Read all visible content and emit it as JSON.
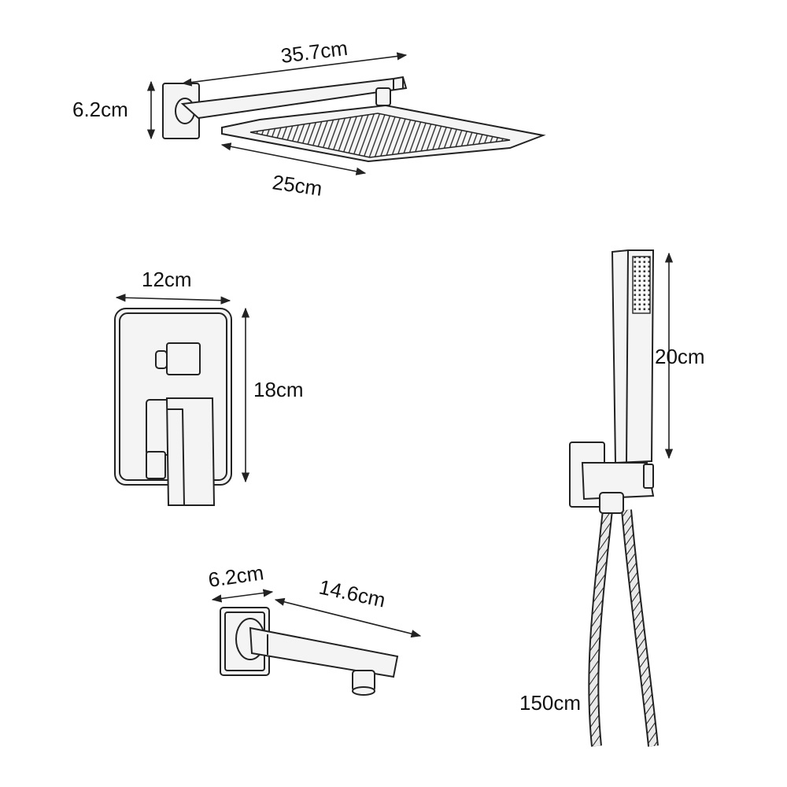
{
  "colors": {
    "line": "#222222",
    "background": "#ffffff",
    "metal": "#f4f4f4"
  },
  "shower_head": {
    "length_label": "35.7cm",
    "height_label": "6.2cm",
    "head_width_label": "25cm"
  },
  "mixer_valve": {
    "width_label": "12cm",
    "height_label": "18cm"
  },
  "hand_shower": {
    "length_label": "20cm",
    "hose_label": "150cm"
  },
  "tub_spout": {
    "plate_label": "6.2cm",
    "length_label": "14.6cm"
  }
}
